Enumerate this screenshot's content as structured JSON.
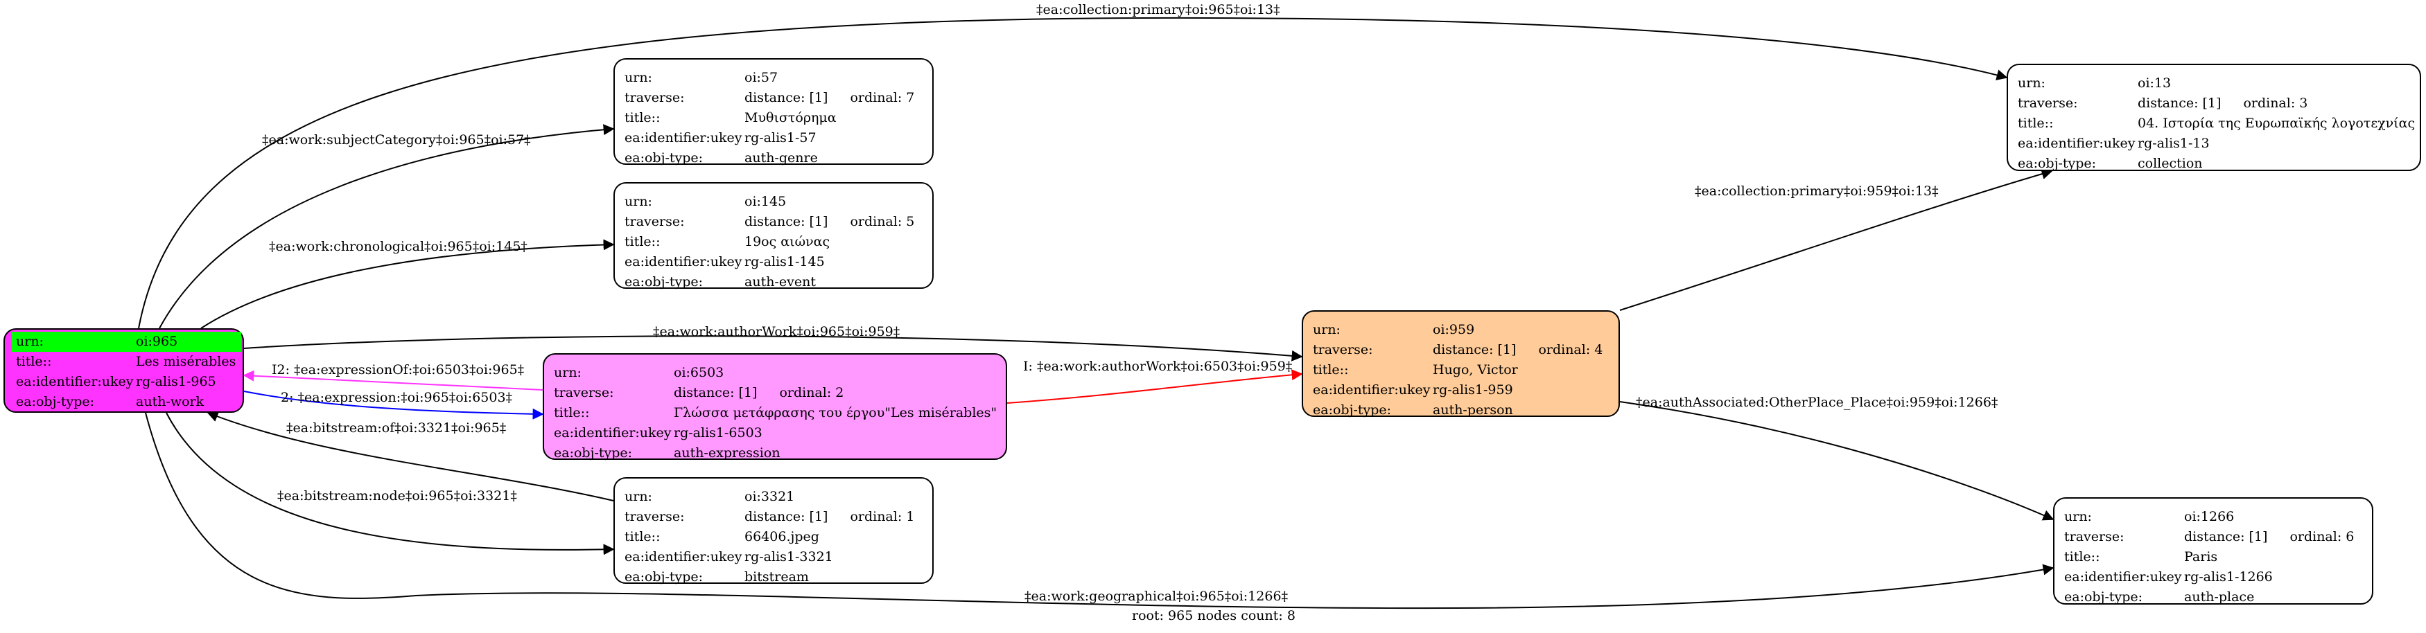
{
  "colors": {
    "root_fill": "#ff33ff",
    "root_highlight": "#00ff00",
    "expression_fill": "#ff99ff",
    "person_fill": "#ffcc99",
    "default_fill": "#ffffff",
    "edge_default": "#000000",
    "edge_red": "#ff0000",
    "edge_blue": "#0000ff",
    "edge_magenta": "#ff33ff"
  },
  "keys": {
    "urn": "urn:",
    "traverse": "traverse:",
    "title": "title::",
    "title_root": "title::",
    "ident": "ea:identifier:ukey",
    "objtype": "ea:obj-type:"
  },
  "nodes": {
    "root": {
      "urn": "oi:965",
      "title": "Les misérables",
      "ident": "rg-alis1-965",
      "objtype": "auth-work"
    },
    "genre": {
      "urn": "oi:57",
      "distance": "distance: [1]",
      "ordinal": "ordinal: 7",
      "title": "Μυθιστόρημα",
      "ident": "rg-alis1-57",
      "objtype": "auth-genre"
    },
    "event": {
      "urn": "oi:145",
      "distance": "distance: [1]",
      "ordinal": "ordinal: 5",
      "title": "19ος αιώνας",
      "ident": "rg-alis1-145",
      "objtype": "auth-event"
    },
    "expression": {
      "urn": "oi:6503",
      "distance": "distance: [1]",
      "ordinal": "ordinal: 2",
      "title": "Γλώσσα μετάφρασης του έργου\"Les misérables\"",
      "ident": "rg-alis1-6503",
      "objtype": "auth-expression"
    },
    "bitstream": {
      "urn": "oi:3321",
      "distance": "distance: [1]",
      "ordinal": "ordinal: 1",
      "title": "66406.jpeg",
      "ident": "rg-alis1-3321",
      "objtype": "bitstream"
    },
    "person": {
      "urn": "oi:959",
      "distance": "distance: [1]",
      "ordinal": "ordinal: 4",
      "title": "Hugo, Victor",
      "ident": "rg-alis1-959",
      "objtype": "auth-person"
    },
    "collection": {
      "urn": "oi:13",
      "distance": "distance: [1]",
      "ordinal": "ordinal: 3",
      "title": "04. Ιστορία της Ευρωπαϊκής λογοτεχνίας",
      "ident": "rg-alis1-13",
      "objtype": "collection"
    },
    "place": {
      "urn": "oi:1266",
      "distance": "distance: [1]",
      "ordinal": "ordinal: 6",
      "title": "Paris",
      "ident": "rg-alis1-1266",
      "objtype": "auth-place"
    }
  },
  "edges": {
    "root_collection": "‡ea:collection:primary‡oi:965‡oi:13‡",
    "root_genre": "‡ea:work:subjectCategory‡oi:965‡oi:57‡",
    "root_event": "‡ea:work:chronological‡oi:965‡oi:145‡",
    "root_person": "‡ea:work:authorWork‡oi:965‡oi:959‡",
    "expr_root": "I2: ‡ea:expressionOf:‡oi:6503‡oi:965‡",
    "root_expr": "2: ‡ea:expression:‡oi:965‡oi:6503‡",
    "expr_person": "I: ‡ea:work:authorWork‡oi:6503‡oi:959‡",
    "bitstream_root": "‡ea:bitstream:of‡oi:3321‡oi:965‡",
    "root_bitstream": "‡ea:bitstream:node‡oi:965‡oi:3321‡",
    "person_collection": "‡ea:collection:primary‡oi:959‡oi:13‡",
    "person_place": "‡ea:authAssociated:OtherPlace_Place‡oi:959‡oi:1266‡",
    "root_place": "‡ea:work:geographical‡oi:965‡oi:1266‡"
  },
  "footer": "root: 965 nodes count: 8"
}
